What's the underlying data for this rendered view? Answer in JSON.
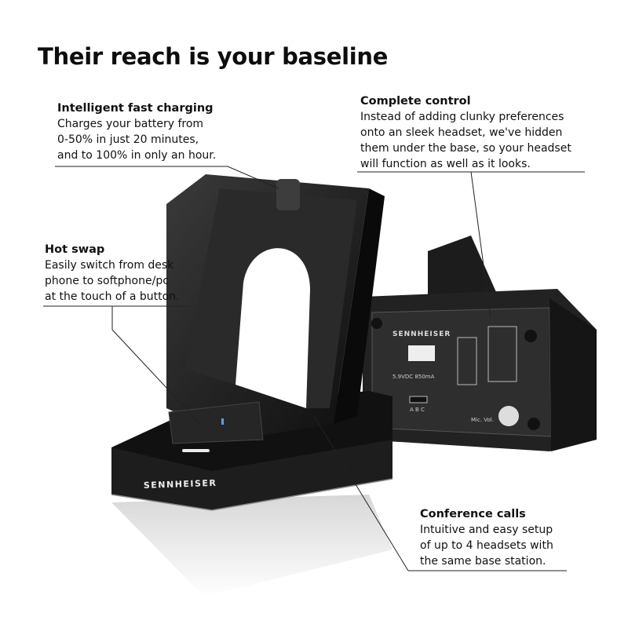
{
  "title": "Their reach is your baseline",
  "callouts": {
    "charging": {
      "heading": "Intelligent fast charging",
      "lines": [
        "Charges your battery from",
        "0-50% in just 20 minutes,",
        "and to 100% in only an hour."
      ]
    },
    "control": {
      "heading": "Complete control",
      "lines": [
        "Instead of adding clunky preferences",
        "onto an sleek headset, we've hidden",
        "them under the base, so your headset",
        "will function as well as it looks."
      ]
    },
    "hotswap": {
      "heading": "Hot swap",
      "lines": [
        "Easily switch from desk",
        "phone to softphone/pc",
        "at the touch of a button."
      ]
    },
    "conference": {
      "heading": "Conference calls",
      "lines": [
        "Intuitive and easy setup",
        "of up to 4 headsets with",
        "the same base station."
      ]
    }
  },
  "product": {
    "brand_logo": "SENNHEISER",
    "rating_label": "5.9VDC 850mA",
    "switch_labels": "A B C",
    "mic_vol_label": "Mic. Vol."
  },
  "colors": {
    "text": "#111111",
    "product": "#1a1a1a"
  }
}
